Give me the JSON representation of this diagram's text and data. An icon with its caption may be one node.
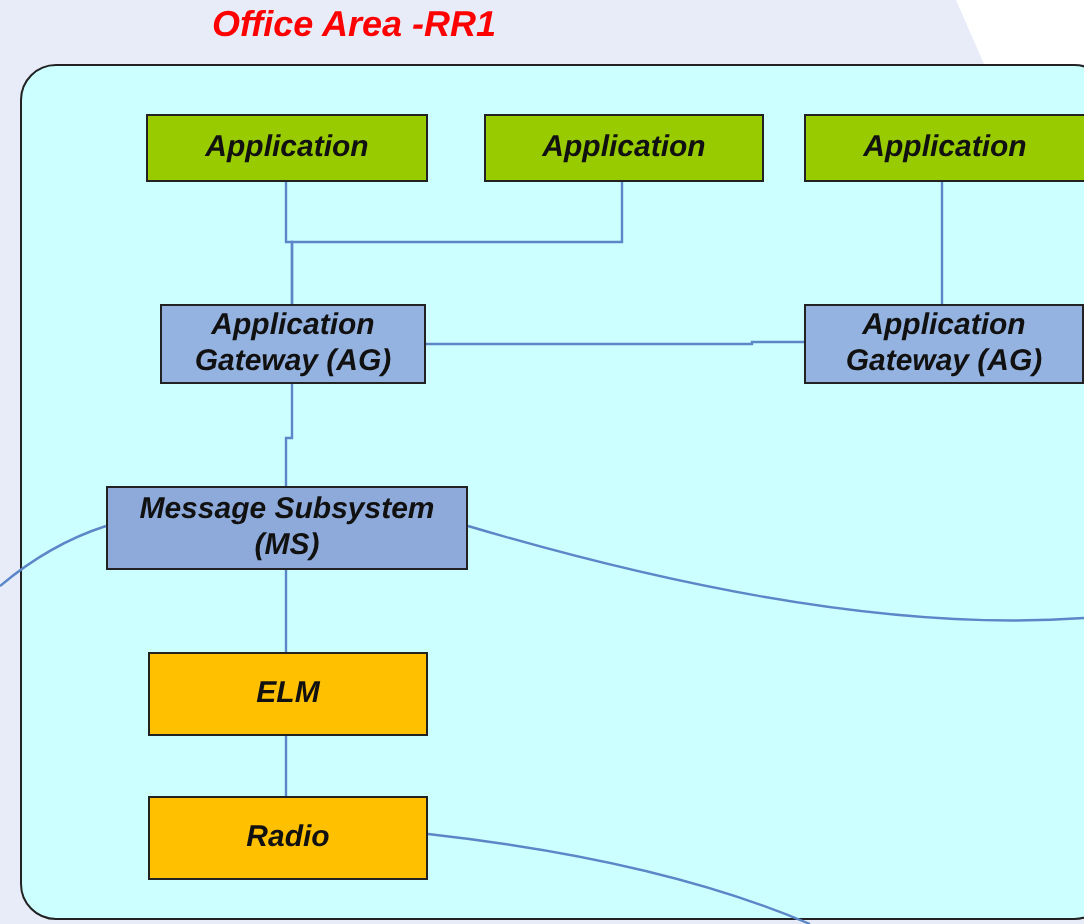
{
  "diagram": {
    "nodes": [
      {
        "text": [
          "Office Area -RR1"
        ]
      },
      {
        "text": [
          "Application"
        ],
        "in": 0
      },
      {
        "text": [
          "Application"
        ],
        "in": 0
      },
      {
        "text": [
          "Application"
        ],
        "in": 0
      },
      {
        "text": [
          "Application Gateway (AG)"
        ],
        "in": 0
      },
      {
        "text": [
          "Application Gateway (AG)"
        ],
        "in": 0
      },
      {
        "text": [
          "Message Subsystem (MS)"
        ],
        "in": 0
      },
      {
        "text": [
          "ELM"
        ],
        "in": 0
      },
      {
        "text": [
          "Radio"
        ],
        "in": 0
      }
    ],
    "edges": [
      {
        "from": 1,
        "to": 4,
        "arrow": "none"
      },
      {
        "from": 2,
        "to": 4,
        "arrow": "none"
      },
      {
        "from": 3,
        "to": 5,
        "arrow": "none"
      },
      {
        "from": 4,
        "to": 5,
        "arrow": "none"
      },
      {
        "from": 4,
        "to": 6,
        "arrow": "none"
      },
      {
        "from": 6,
        "to": 7,
        "arrow": "none"
      },
      {
        "from": 7,
        "to": 8,
        "arrow": "none"
      },
      {
        "from": 6,
        "to": null,
        "arrow": "none"
      },
      {
        "from": 6,
        "to": null,
        "arrow": "none"
      },
      {
        "from": 8,
        "to": null,
        "arrow": "none"
      }
    ]
  }
}
